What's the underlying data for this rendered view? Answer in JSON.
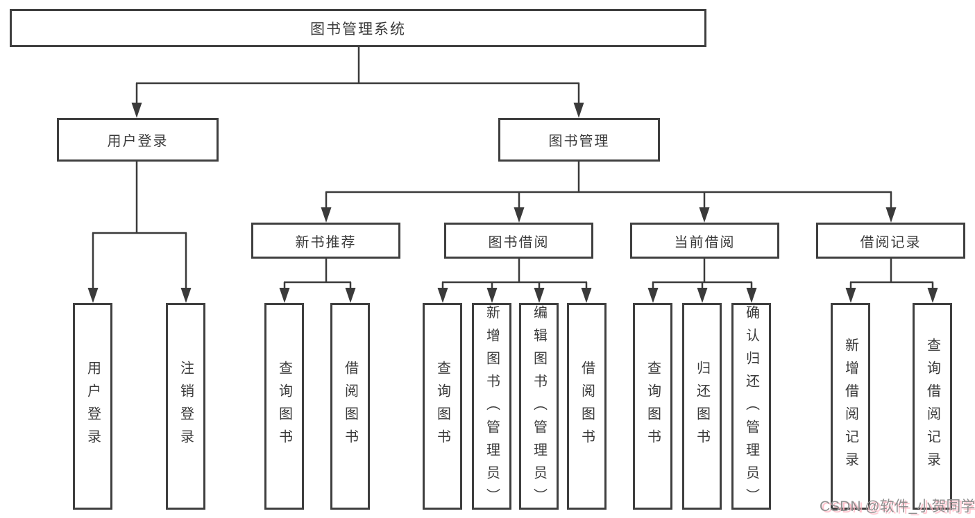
{
  "tree": {
    "root": {
      "label": "图书管理系统"
    },
    "branches": [
      {
        "label": "用户登录",
        "children": [
          {
            "label": "用户登录"
          },
          {
            "label": "注销登录"
          }
        ]
      },
      {
        "label": "图书管理",
        "children": [
          {
            "label": "新书推荐",
            "children": [
              {
                "label": "查询图书"
              },
              {
                "label": "借阅图书"
              }
            ]
          },
          {
            "label": "图书借阅",
            "children": [
              {
                "label": "查询图书"
              },
              {
                "label": "新增图书（管理员）"
              },
              {
                "label": "编辑图书（管理员）"
              },
              {
                "label": "借阅图书"
              }
            ]
          },
          {
            "label": "当前借阅",
            "children": [
              {
                "label": "查询图书"
              },
              {
                "label": "归还图书"
              },
              {
                "label": "确认归还（管理员）"
              }
            ]
          },
          {
            "label": "借阅记录",
            "children": [
              {
                "label": "新增借阅记录"
              },
              {
                "label": "查询借阅记录"
              }
            ]
          }
        ]
      }
    ]
  },
  "watermark": {
    "text": "CSDN @软件_小贺同学"
  },
  "colors": {
    "background": "#ffffff",
    "line": "#3a3a3a",
    "box_border": "#3f3f3f",
    "text": "#3a3a3a",
    "watermark_text": "#8f8f8f",
    "watermark_shadow": "#ffb9c5"
  }
}
